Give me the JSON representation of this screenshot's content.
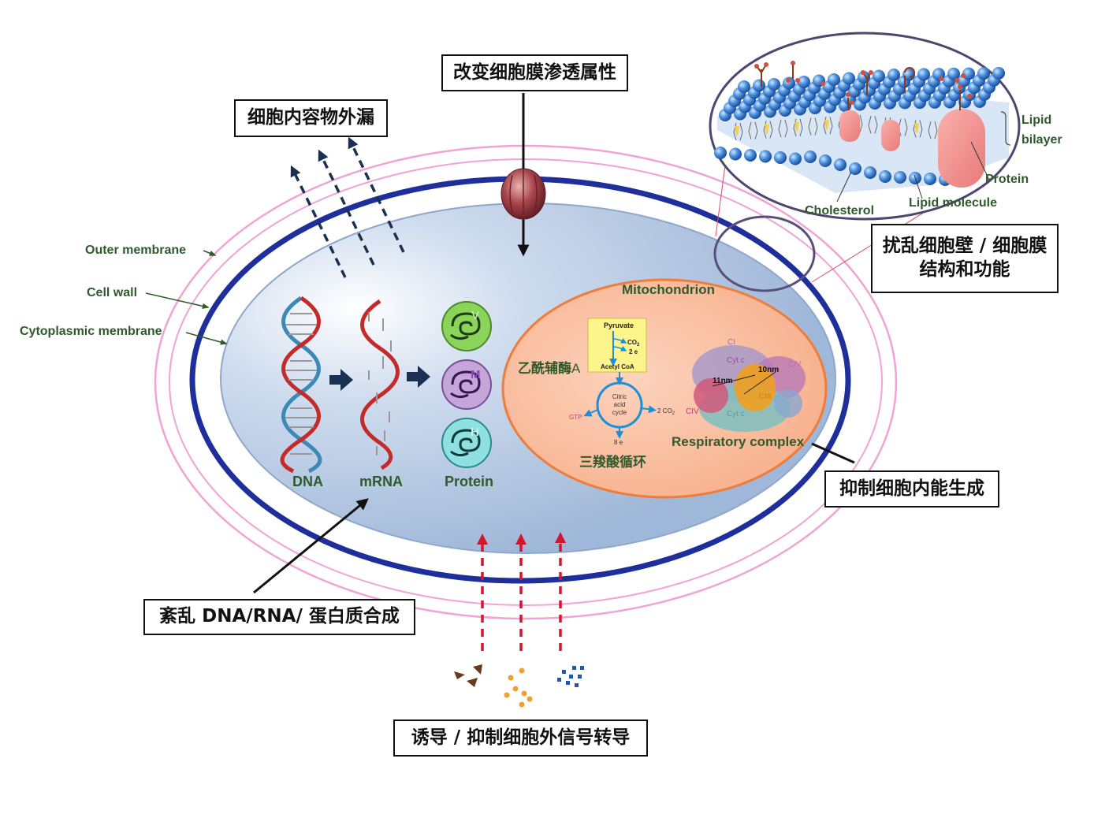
{
  "boxes": {
    "leakage": "细胞内容物外漏",
    "permeability": "改变细胞膜渗透属性",
    "wall_membrane_line1": "扰乱细胞壁 / 细胞膜",
    "wall_membrane_line2": "结构和功能",
    "energy": "抑制细胞内能生成",
    "synthesis": "紊乱 DNA/RNA/ 蛋白质合成",
    "signal": "诱导 / 抑制细胞外信号转导"
  },
  "layers": {
    "outer_membrane": "Outer membrane",
    "cell_wall": "Cell wall",
    "cytoplasmic_membrane": "Cytoplasmic membrane"
  },
  "central_dogma": {
    "dna": "DNA",
    "mrna": "mRNA",
    "protein": "Protein",
    "protein_letters": [
      "V",
      "M",
      "H"
    ]
  },
  "mitochondrion": {
    "title": "Mitochondrion",
    "acetyl_coa_cn": "乙酰辅酶",
    "acetyl_coa_suffix": "A",
    "tca_cn": "三羧酸循环",
    "pyruvate": "Pyruvate",
    "co2": "CO",
    "co2_sub": "2",
    "two_e": "2 e",
    "acetyl_coa": "Acetyl CoA",
    "citric": [
      "Citric",
      "acid",
      "cycle"
    ],
    "gtp": "GTP",
    "two_co2": "2 CO",
    "eight_e": "8 e",
    "respiratory": "Respiratory complex",
    "complex_labels": {
      "ci": "CI",
      "cyt_c": "Cyt c",
      "ten_nm": "10nm",
      "civ_right": "CIV",
      "eleven_nm": "11nm",
      "ciii": "CIII",
      "civ_left": "CIV",
      "cyt_c_bottom": "Cyt c"
    }
  },
  "bilayer": {
    "lipid_line1": "Lipid",
    "lipid_line2": "bilayer",
    "protein": "Protein",
    "cholesterol": "Cholesterol",
    "lipid_molecule": "Lipid molecule"
  },
  "colors": {
    "outer_membrane": "#f0a3d4",
    "cell_wall": "#1e2f9c",
    "cytoplasm": "#a9c0de",
    "mitochondrion": "#f8b898",
    "mito_border": "#ee7d3c",
    "label_green": "#2f5a2c",
    "leak_arrow": "#1a3050",
    "signal_arrow": "#d0172e"
  }
}
